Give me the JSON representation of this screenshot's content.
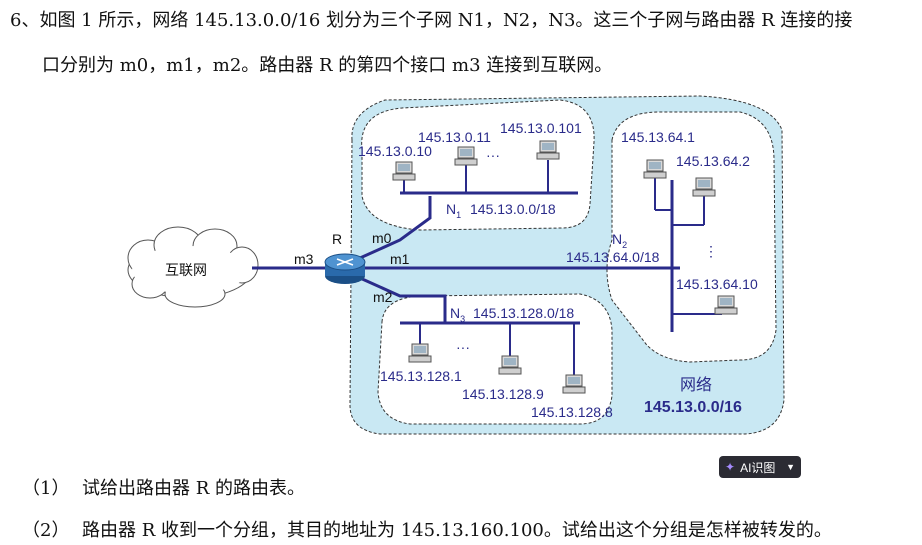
{
  "question": {
    "intro_line1": "6、如图 1 所示，网络 145.13.0.0/16 划分为三个子网 N1，N2，N3。这三个子网与路由器 R 连接的接",
    "intro_line2": "口分别为 m0，m1，m2。路由器 R 的第四个接口 m3 连接到互联网。",
    "sub1_num": "（1）",
    "sub1_text": "试给出路由器 R 的路由表。",
    "sub2_num": "（2）",
    "sub2_text": "路由器 R 收到一个分组，其目的地址为 145.13.160.100。试给出这个分组是怎样被转发的。"
  },
  "diagram": {
    "internet_label": "互联网",
    "router_label": "R",
    "ports": {
      "m0": "m0",
      "m1": "m1",
      "m2": "m2",
      "m3": "m3"
    },
    "network": {
      "label": "网络",
      "prefix": "145.13.0.0/16"
    },
    "n1": {
      "name": "N",
      "sub": "1",
      "prefix": "145.13.0.0/18",
      "hosts": [
        "145.13.0.10",
        "145.13.0.11",
        "145.13.0.101"
      ],
      "ellipsis": "···"
    },
    "n2": {
      "name": "N",
      "sub": "2",
      "prefix": "145.13.64.0/18",
      "hosts": [
        "145.13.64.1",
        "145.13.64.2",
        "145.13.64.10"
      ],
      "ellipsis": "⋮"
    },
    "n3": {
      "name": "N",
      "sub": "3",
      "prefix": "145.13.128.0/18",
      "hosts": [
        "145.13.128.1",
        "145.13.128.9",
        "145.13.128.8"
      ],
      "ellipsis": "···"
    },
    "colors": {
      "line": "#2a2b8a",
      "network_fill": "#c9e8f3",
      "subnet_fill": "#ffffff"
    }
  },
  "ai_button": {
    "label": "AI识图",
    "icon": "sparkle-icon"
  }
}
